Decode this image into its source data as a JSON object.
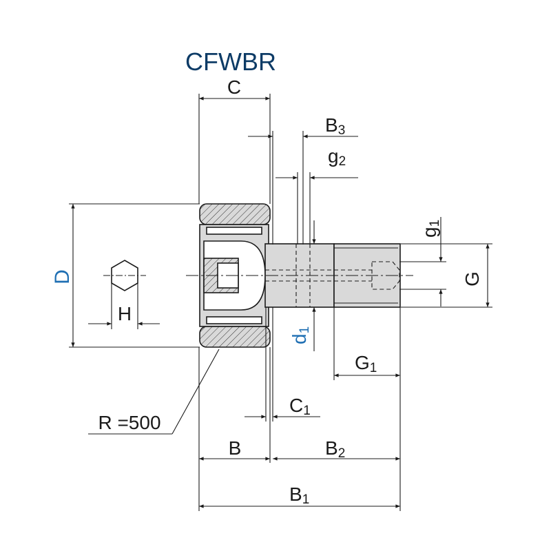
{
  "title": "CFWBR",
  "labels": {
    "C": "C",
    "B3": "B",
    "B3_sub": "3",
    "g2": "g",
    "g2_sub": "2",
    "D": "D",
    "H": "H",
    "g1": "g",
    "g1_sub": "1",
    "G": "G",
    "d1": "d",
    "d1_sub": "1",
    "G1": "G",
    "G1_sub": "1",
    "C1": "C",
    "C1_sub": "1",
    "R": "R =500",
    "B": "B",
    "B2": "B",
    "B2_sub": "2",
    "B1": "B",
    "B1_sub": "1"
  },
  "colors": {
    "title": "#0d3b66",
    "highlight_label": "#1f6fb3",
    "body_fill": "#d9d9d9",
    "line": "#1a1a1a"
  }
}
